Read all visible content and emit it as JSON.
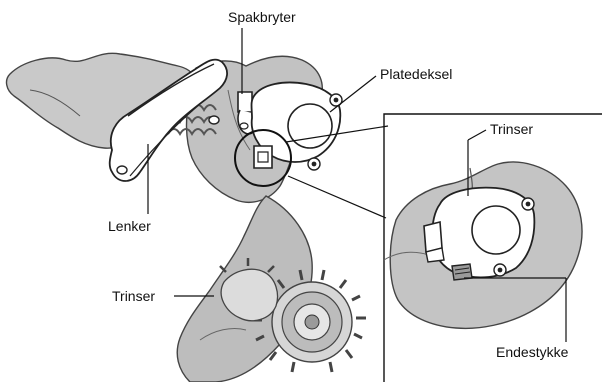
{
  "labels": {
    "spakbryter": "Spakbryter",
    "platedeksel": "Platedeksel",
    "lenker": "Lenker",
    "trinser_left": "Trinser",
    "trinser_inset": "Trinser",
    "endestykke": "Endestykke"
  }
}
